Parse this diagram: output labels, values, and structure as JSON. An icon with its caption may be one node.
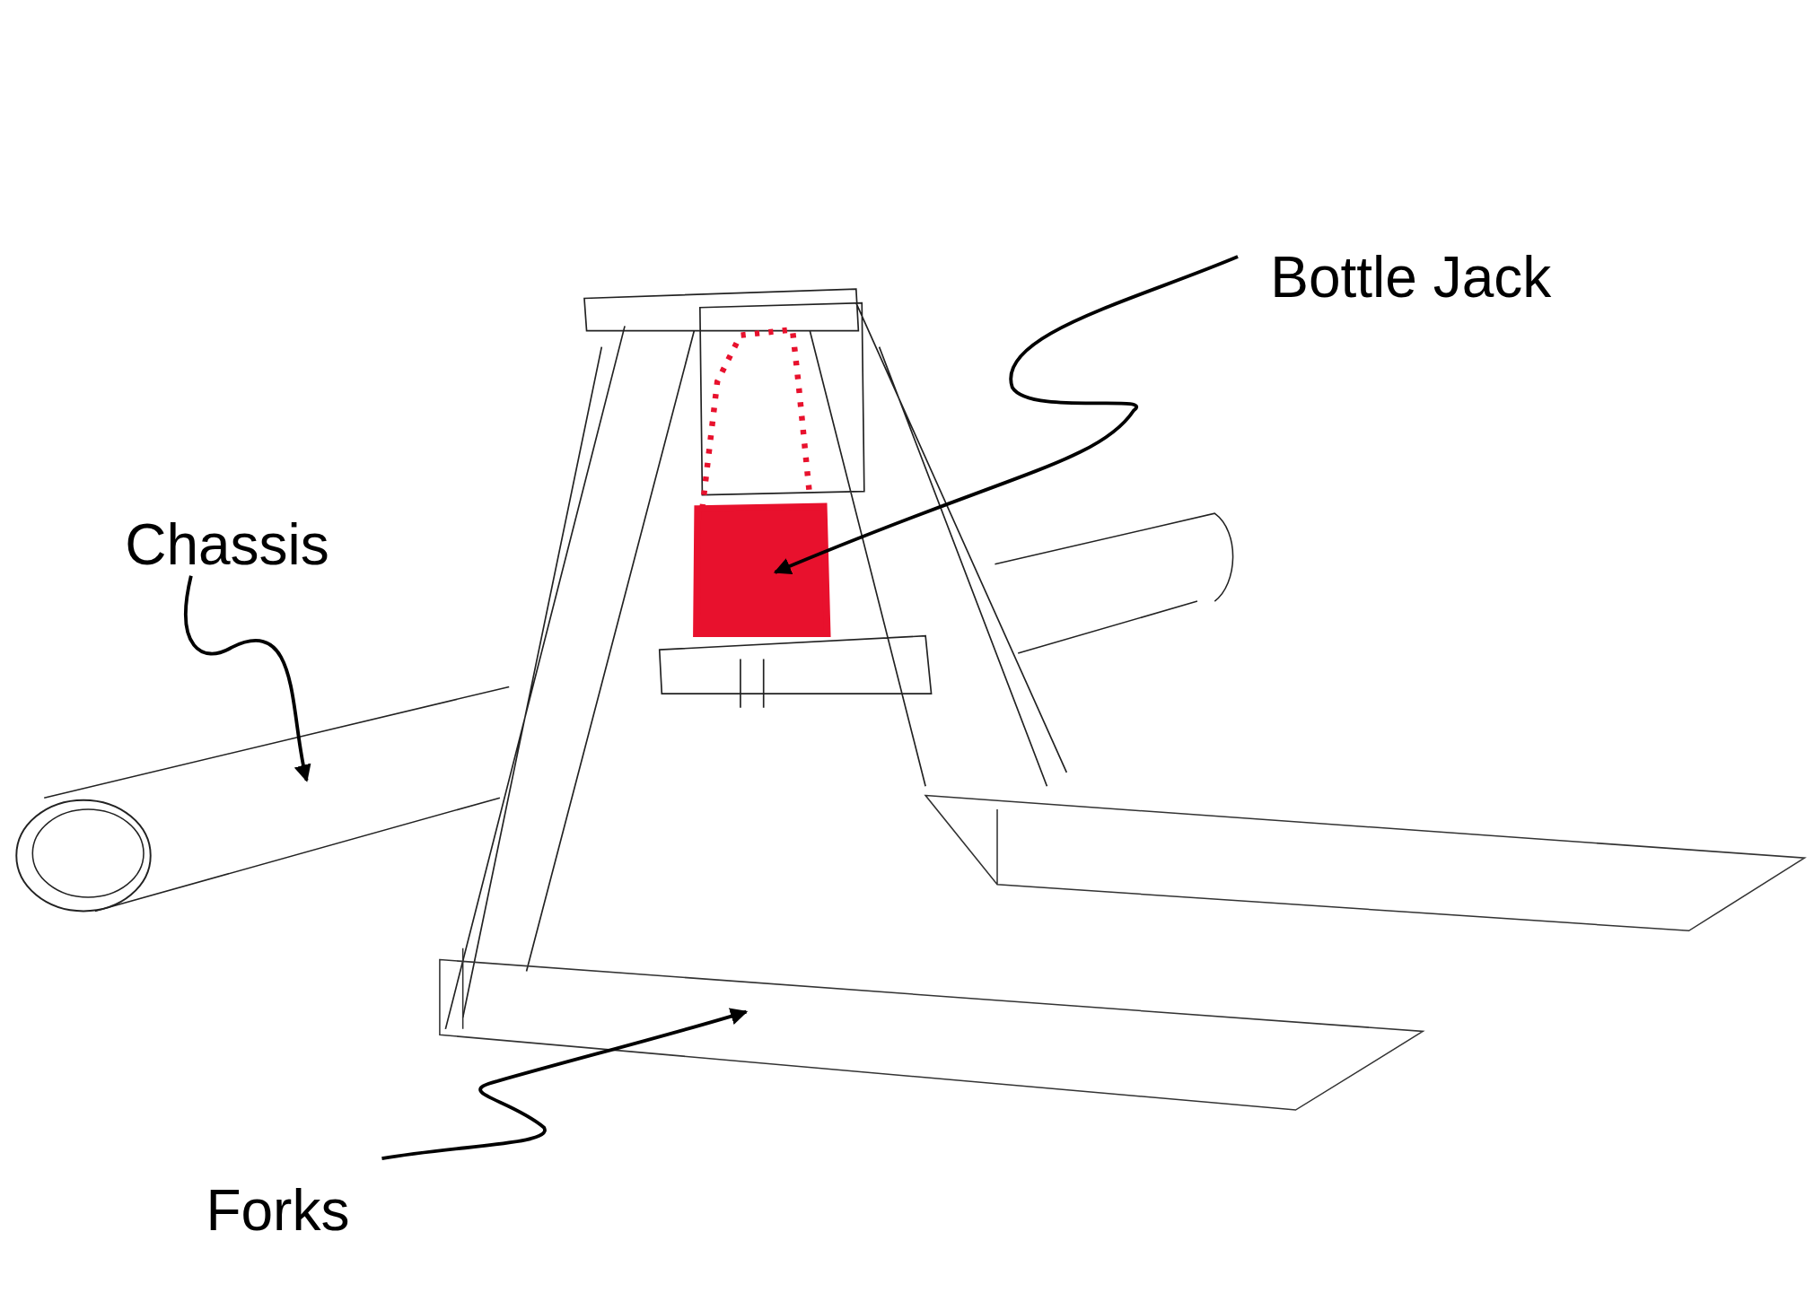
{
  "diagram": {
    "nodes": [
      {
        "text": [
          "Bottle Jack"
        ]
      },
      {
        "text": [
          "Chassis"
        ]
      },
      {
        "text": [
          "Forks"
        ]
      },
      {
        "text": [],
        "shape": "picture"
      },
      {
        "text": [],
        "shape": "picture"
      },
      {
        "text": [],
        "shape": "picture"
      }
    ],
    "edges": [
      {
        "from": 0,
        "to": 3,
        "arrow": "to"
      },
      {
        "from": 1,
        "to": 4,
        "arrow": "to"
      },
      {
        "from": 2,
        "to": 5,
        "arrow": "to"
      }
    ]
  }
}
